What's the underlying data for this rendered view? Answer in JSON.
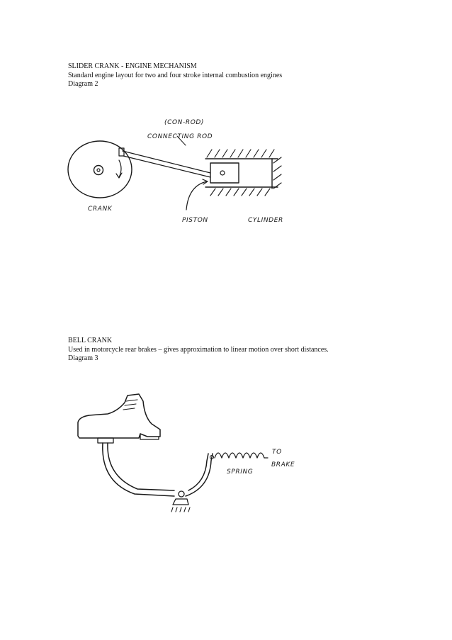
{
  "section1": {
    "title": "SLIDER CRANK - ENGINE MECHANISM",
    "subtitle": "Standard engine layout for two and four stroke internal combustion engines",
    "caption": "Diagram 2",
    "labels": {
      "conrod": "(CON-ROD)",
      "connecting_rod": "CONNECTING ROD",
      "crank": "CRANK",
      "piston": "PISTON",
      "cylinder": "CYLINDER"
    }
  },
  "section2": {
    "title": "BELL CRANK",
    "subtitle": "Used in motorcycle rear brakes – gives approximation to linear motion over short distances.",
    "caption": "Diagram 3",
    "labels": {
      "to": "TO",
      "brake": "BRAKE",
      "spring": "SPRING"
    }
  }
}
